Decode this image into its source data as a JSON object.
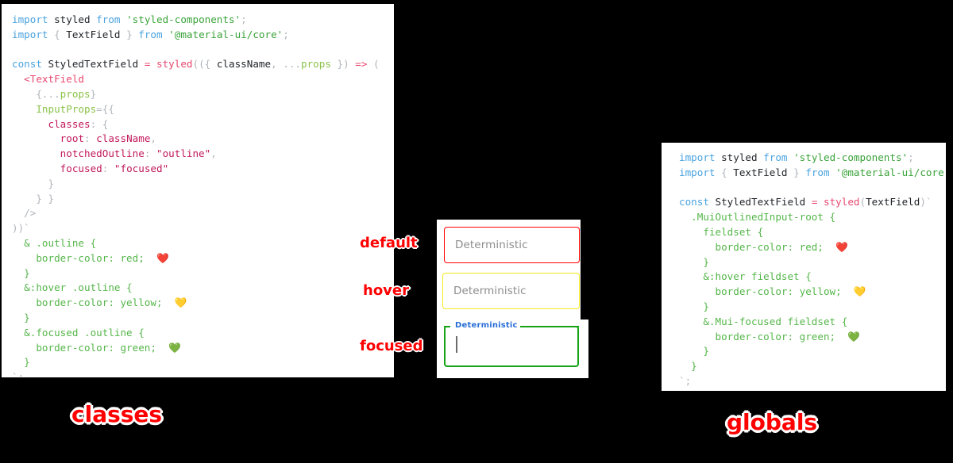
{
  "meta": {
    "background_color": "#000000",
    "panel_color": "#ffffff",
    "accent_color": "#ff0000"
  },
  "panels": {
    "classes": {
      "title": "classes",
      "code_lines": [
        [
          {
            "t": "import ",
            "c": "kw"
          },
          {
            "t": "styled",
            "c": "plain"
          },
          {
            "t": " from ",
            "c": "kw"
          },
          {
            "t": "'styled-components'",
            "c": "str"
          },
          {
            "t": ";",
            "c": "punc"
          }
        ],
        [
          {
            "t": "import ",
            "c": "kw"
          },
          {
            "t": "{ ",
            "c": "punc"
          },
          {
            "t": "TextField",
            "c": "plain"
          },
          {
            "t": " } ",
            "c": "punc"
          },
          {
            "t": "from ",
            "c": "kw"
          },
          {
            "t": "'@material-ui/core'",
            "c": "str"
          },
          {
            "t": ";",
            "c": "punc"
          }
        ],
        [],
        [
          {
            "t": "const ",
            "c": "kw"
          },
          {
            "t": "StyledTextField",
            "c": "plain"
          },
          {
            "t": " = ",
            "c": "op"
          },
          {
            "t": "styled",
            "c": "fn"
          },
          {
            "t": "((",
            "c": "punc"
          },
          {
            "t": "{ ",
            "c": "punc"
          },
          {
            "t": "className",
            "c": "plain"
          },
          {
            "t": ", ",
            "c": "comma"
          },
          {
            "t": "...",
            "c": "punc"
          },
          {
            "t": "props",
            "c": "prop"
          },
          {
            "t": " }",
            "c": "punc"
          },
          {
            "t": ") ",
            "c": "punc"
          },
          {
            "t": "=> ",
            "c": "op"
          },
          {
            "t": "(",
            "c": "punc"
          }
        ],
        [
          {
            "t": "  <",
            "c": "tag"
          },
          {
            "t": "TextField",
            "c": "tag"
          }
        ],
        [
          {
            "t": "    {",
            "c": "punc"
          },
          {
            "t": "...",
            "c": "punc"
          },
          {
            "t": "props",
            "c": "prop"
          },
          {
            "t": "}",
            "c": "punc"
          }
        ],
        [
          {
            "t": "    InputProps",
            "c": "prop"
          },
          {
            "t": "={{",
            "c": "punc"
          }
        ],
        [
          {
            "t": "      classes",
            "c": "key"
          },
          {
            "t": ": {",
            "c": "punc"
          }
        ],
        [
          {
            "t": "        root",
            "c": "key"
          },
          {
            "t": ": ",
            "c": "punc"
          },
          {
            "t": "className",
            "c": "key"
          },
          {
            "t": ",",
            "c": "comma"
          }
        ],
        [
          {
            "t": "        notchedOutline",
            "c": "key"
          },
          {
            "t": ": ",
            "c": "punc"
          },
          {
            "t": "\"outline\"",
            "c": "key"
          },
          {
            "t": ",",
            "c": "comma"
          }
        ],
        [
          {
            "t": "        focused",
            "c": "key"
          },
          {
            "t": ": ",
            "c": "punc"
          },
          {
            "t": "\"focused\"",
            "c": "key"
          }
        ],
        [
          {
            "t": "      }",
            "c": "punc"
          }
        ],
        [
          {
            "t": "    } }",
            "c": "punc"
          }
        ],
        [
          {
            "t": "  />",
            "c": "punc"
          }
        ],
        [
          {
            "t": "))`",
            "c": "punc"
          }
        ],
        [
          {
            "t": "  & .outline {",
            "c": "css"
          }
        ],
        [
          {
            "t": "    border-color: red;  ",
            "c": "css"
          },
          {
            "t": "❤️",
            "c": "emoji"
          }
        ],
        [
          {
            "t": "  }",
            "c": "css"
          }
        ],
        [
          {
            "t": "  &:hover .outline {",
            "c": "css"
          }
        ],
        [
          {
            "t": "    border-color: yellow;  ",
            "c": "css"
          },
          {
            "t": "💛",
            "c": "emoji"
          }
        ],
        [
          {
            "t": "  }",
            "c": "css"
          }
        ],
        [
          {
            "t": "  &.focused .outline {",
            "c": "css"
          }
        ],
        [
          {
            "t": "    border-color: green;  ",
            "c": "css"
          },
          {
            "t": "💚",
            "c": "emoji"
          }
        ],
        [
          {
            "t": "  }",
            "c": "css"
          }
        ],
        [
          {
            "t": "`;",
            "c": "punc"
          }
        ]
      ]
    },
    "globals": {
      "title": "globals",
      "code_lines": [
        [
          {
            "t": "import ",
            "c": "kw"
          },
          {
            "t": "styled",
            "c": "plain"
          },
          {
            "t": " from ",
            "c": "kw"
          },
          {
            "t": "'styled-components'",
            "c": "str"
          },
          {
            "t": ";",
            "c": "punc"
          }
        ],
        [
          {
            "t": "import ",
            "c": "kw"
          },
          {
            "t": "{ ",
            "c": "punc"
          },
          {
            "t": "TextField",
            "c": "plain"
          },
          {
            "t": " } ",
            "c": "punc"
          },
          {
            "t": "from ",
            "c": "kw"
          },
          {
            "t": "'@material-ui/core'",
            "c": "str"
          },
          {
            "t": ";",
            "c": "punc"
          }
        ],
        [],
        [
          {
            "t": "const ",
            "c": "kw"
          },
          {
            "t": "StyledTextField",
            "c": "plain"
          },
          {
            "t": " = ",
            "c": "op"
          },
          {
            "t": "styled",
            "c": "fn"
          },
          {
            "t": "(",
            "c": "punc"
          },
          {
            "t": "TextField",
            "c": "plain"
          },
          {
            "t": ")`",
            "c": "punc"
          }
        ],
        [
          {
            "t": "  .MuiOutlinedInput-root {",
            "c": "css"
          }
        ],
        [
          {
            "t": "    fieldset {",
            "c": "css"
          }
        ],
        [
          {
            "t": "      border-color: red;  ",
            "c": "css"
          },
          {
            "t": "❤️",
            "c": "emoji"
          }
        ],
        [
          {
            "t": "    }",
            "c": "css"
          }
        ],
        [
          {
            "t": "    &:hover fieldset {",
            "c": "css"
          }
        ],
        [
          {
            "t": "      border-color: yellow;  ",
            "c": "css"
          },
          {
            "t": "💛",
            "c": "emoji"
          }
        ],
        [
          {
            "t": "    }",
            "c": "css"
          }
        ],
        [
          {
            "t": "    &.Mui-focused fieldset {",
            "c": "css"
          }
        ],
        [
          {
            "t": "      border-color: green;  ",
            "c": "css"
          },
          {
            "t": "💚",
            "c": "emoji"
          }
        ],
        [
          {
            "t": "    }",
            "c": "css"
          }
        ],
        [
          {
            "t": "  }",
            "c": "css"
          }
        ],
        [
          {
            "t": "`;",
            "c": "punc"
          }
        ]
      ]
    }
  },
  "demo": {
    "annotations": {
      "default": "default",
      "hover": "hover",
      "focused": "focused"
    },
    "fields": {
      "default": {
        "placeholder": "Deterministic",
        "border_color": "#ff0000",
        "state": "default"
      },
      "hover": {
        "placeholder": "Deterministic",
        "border_color": "#f5e91e",
        "state": "hover"
      },
      "focused": {
        "label": "Deterministic",
        "value": "",
        "border_color": "#16a316",
        "label_color": "#2a6fd6",
        "state": "focused"
      }
    }
  }
}
